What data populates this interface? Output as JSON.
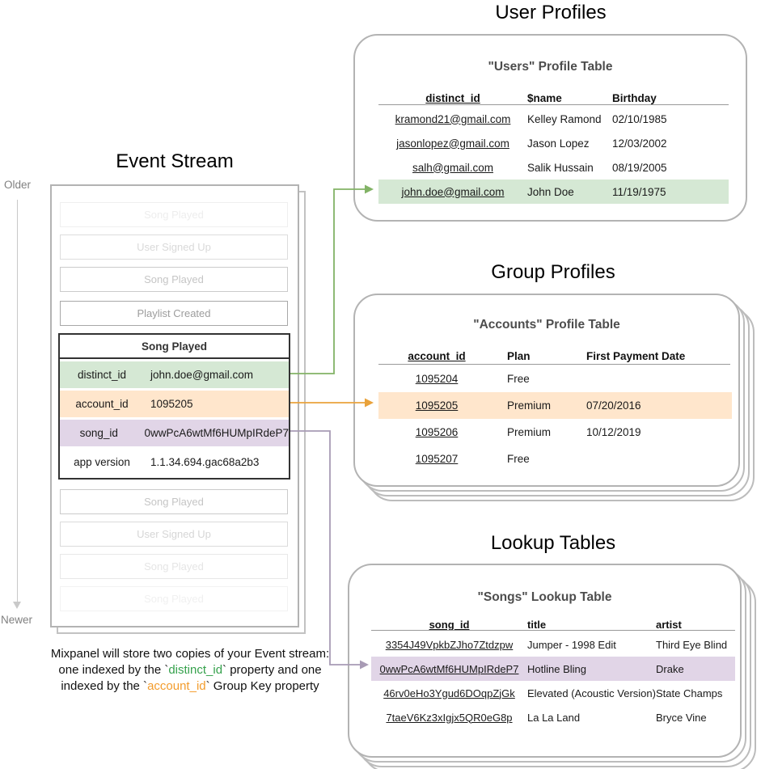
{
  "colors": {
    "green_bg": "#d5e8d4",
    "green_stroke": "#82b366",
    "orange_bg": "#ffe6cc",
    "orange_stroke": "#e9a23b",
    "purple_bg": "#e1d5e7",
    "purple_stroke": "#a89bb5",
    "card_border": "#b3b3b3",
    "caption_green": "#35a14c",
    "caption_orange": "#f39c2c"
  },
  "event_stream": {
    "title": "Event Stream",
    "older_label": "Older",
    "newer_label": "Newer",
    "events_before": [
      "Song Played",
      "User Signed Up",
      "Song Played",
      "Playlist Created"
    ],
    "selected_event": {
      "title": "Song Played",
      "properties": [
        {
          "key": "distinct_id",
          "value": "john.doe@gmail.com"
        },
        {
          "key": "account_id",
          "value": "1095205"
        },
        {
          "key": "song_id",
          "value": "0wwPcA6wtMf6HUMpIRdeP7"
        },
        {
          "key": "app version",
          "value": "1.1.34.694.gac68a2b3"
        }
      ]
    },
    "events_after": [
      "Song Played",
      "User Signed Up",
      "Song Played",
      "Song Played"
    ]
  },
  "caption": {
    "line1": "Mixpanel will store two copies of your Event stream:",
    "line2_pre": "one indexed by the `",
    "line2_key": "distinct_id",
    "line2_post": "` property and one",
    "line3_pre": "indexed by the `",
    "line3_key": "account_id",
    "line3_post": "` Group Key property"
  },
  "user_profiles": {
    "section_title": "User Profiles",
    "table_title": "\"Users\" Profile Table",
    "columns": [
      "distinct_id",
      "$name",
      "Birthday"
    ],
    "rows": [
      [
        "kramond21@gmail.com",
        "Kelley Ramond",
        "02/10/1985"
      ],
      [
        "jasonlopez@gmail.com",
        "Jason Lopez",
        "12/03/2002"
      ],
      [
        "salh@gmail.com",
        "Salik Hussain",
        "08/19/2005"
      ],
      [
        "john.doe@gmail.com",
        "John Doe",
        "11/19/1975"
      ]
    ],
    "highlighted_row": 3
  },
  "group_profiles": {
    "section_title": "Group Profiles",
    "table_title": "\"Accounts\" Profile Table",
    "columns": [
      "account_id",
      "Plan",
      "First Payment Date"
    ],
    "rows": [
      [
        "1095204",
        "Free",
        ""
      ],
      [
        "1095205",
        "Premium",
        "07/20/2016"
      ],
      [
        "1095206",
        "Premium",
        "10/12/2019"
      ],
      [
        "1095207",
        "Free",
        ""
      ]
    ],
    "highlighted_row": 1
  },
  "lookup_tables": {
    "section_title": "Lookup Tables",
    "table_title": "\"Songs\" Lookup Table",
    "columns": [
      "song_id",
      "title",
      "artist"
    ],
    "rows": [
      [
        "3354J49VpkbZJho7Ztdzpw",
        "Jumper - 1998 Edit",
        "Third Eye Blind"
      ],
      [
        "0wwPcA6wtMf6HUMpIRdeP7",
        "Hotline Bling",
        "Drake"
      ],
      [
        "46rv0eHo3Ygud6DOqpZjGk",
        "Elevated (Acoustic Version)",
        "State Champs"
      ],
      [
        "7taeV6Kz3xIgjx5QR0eG8p",
        "La La Land",
        "Bryce Vine"
      ]
    ],
    "highlighted_row": 1
  }
}
